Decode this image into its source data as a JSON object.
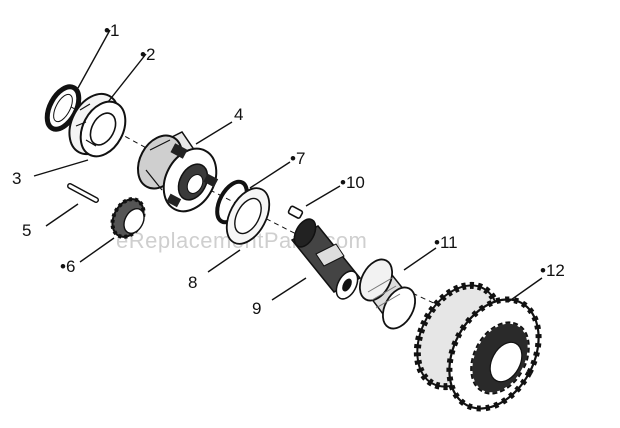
{
  "diagram": {
    "watermark": "eReplacementParts.com",
    "callouts": [
      {
        "id": "1",
        "text": "•1"
      },
      {
        "id": "2",
        "text": "•2"
      },
      {
        "id": "3",
        "text": "3"
      },
      {
        "id": "4",
        "text": "4"
      },
      {
        "id": "5",
        "text": "5"
      },
      {
        "id": "6",
        "text": "•6"
      },
      {
        "id": "7",
        "text": "•7"
      },
      {
        "id": "8",
        "text": "8"
      },
      {
        "id": "9",
        "text": "9"
      },
      {
        "id": "10",
        "text": "•10"
      },
      {
        "id": "11",
        "text": "•11"
      },
      {
        "id": "12",
        "text": "•12"
      }
    ]
  }
}
